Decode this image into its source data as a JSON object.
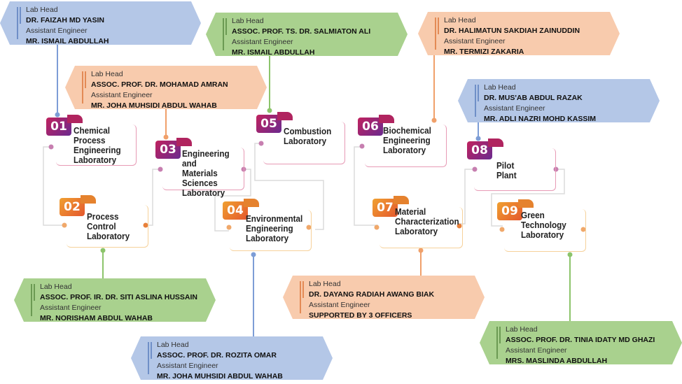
{
  "diagram": {
    "labs": [
      {
        "number": "01",
        "title": "Chemical\nProcess\nEngineering\nLaboratory",
        "lines": [
          "Chemical",
          "Process",
          "Engineering",
          "Laboratory"
        ],
        "lab_head": "DR. FAIZAH MD YASIN",
        "assistant_engineer": "MR. ISMAIL ABDULLAH",
        "color": "blue"
      },
      {
        "number": "02",
        "lines": [
          "Process",
          "Control",
          "Laboratory"
        ],
        "lab_head": "ASSOC. PROF.  IR. DR. SITI ASLINA HUSSAIN",
        "assistant_engineer": "MR. NORISHAM ABDUL WAHAB",
        "color": "green"
      },
      {
        "number": "03",
        "lines": [
          "Engineering",
          "and Materials",
          "Sciences",
          "Laboratory"
        ],
        "lab_head": "ASSOC. PROF. DR. MOHAMAD AMRAN",
        "assistant_engineer": "MR. JOHA MUHSIDI ABDUL WAHAB",
        "color": "orange"
      },
      {
        "number": "04",
        "lines": [
          "Environmental",
          "Engineering",
          "Laboratory"
        ],
        "lab_head": "ASSOC. PROF. DR. ROZITA OMAR",
        "assistant_engineer": "MR. JOHA MUHSIDI ABDUL WAHAB",
        "color": "blue"
      },
      {
        "number": "05",
        "lines": [
          "Combustion",
          "Laboratory"
        ],
        "lab_head": "ASSOC. PROF. TS. DR. SALMIATON ALI",
        "assistant_engineer": "MR. ISMAIL ABDULLAH",
        "color": "green"
      },
      {
        "number": "06",
        "lines": [
          "Biochemical",
          "Engineering",
          "Laboratory"
        ],
        "lab_head": "DR. HALIMATUN SAKDIAH ZAINUDDIN",
        "assistant_engineer": "MR. TERMIZI ZAKARIA",
        "color": "orange"
      },
      {
        "number": "07",
        "lines": [
          "Material",
          "Characterization",
          "Laboratory"
        ],
        "lab_head": "DR. DAYANG RADIAH AWANG BIAK",
        "assistant_engineer": "SUPPORTED BY 3 OFFICERS",
        "color": "orange"
      },
      {
        "number": "08",
        "lines": [
          "Pilot Plant"
        ],
        "lab_head": "DR. MUS'AB ABDUL RAZAK",
        "assistant_engineer": "MR. ADLI NAZRI MOHD KASSIM",
        "color": "blue"
      },
      {
        "number": "09",
        "lines": [
          "Green",
          "Technology",
          "Laboratory"
        ],
        "lab_head": "ASSOC. PROF. DR. TINIA IDATY MD GHAZI",
        "assistant_engineer": "MRS. MASLINDA ABDULLAH",
        "color": "green"
      }
    ],
    "role_labels": {
      "lab_head": "Lab Head",
      "assistant_engineer": "Assistant Engineer"
    },
    "colors": {
      "blue": "#b4c7e7",
      "green": "#a9d18e",
      "orange": "#f8cbad",
      "badge_purple": "#8a2577",
      "badge_amber": "#e8702e"
    }
  }
}
